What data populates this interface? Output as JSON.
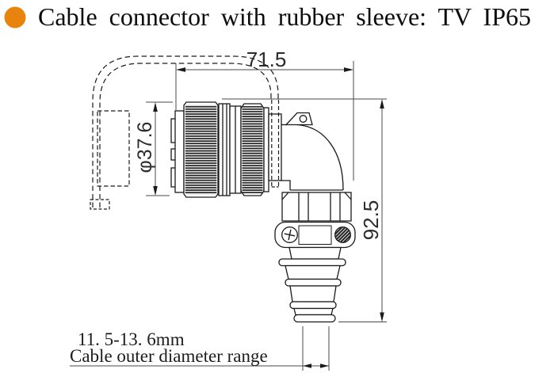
{
  "title": {
    "text": "Cable connector with rubber sleeve: TV IP65",
    "bullet_color": "#E8830D"
  },
  "drawing": {
    "dim_width": "71.5",
    "dim_diameter": "φ37.6",
    "dim_height": "92.5",
    "cable_range_value": "11. 5-13. 6mm",
    "cable_range_caption": "Cable outer diameter range",
    "line_color": "#1A1A1A"
  }
}
